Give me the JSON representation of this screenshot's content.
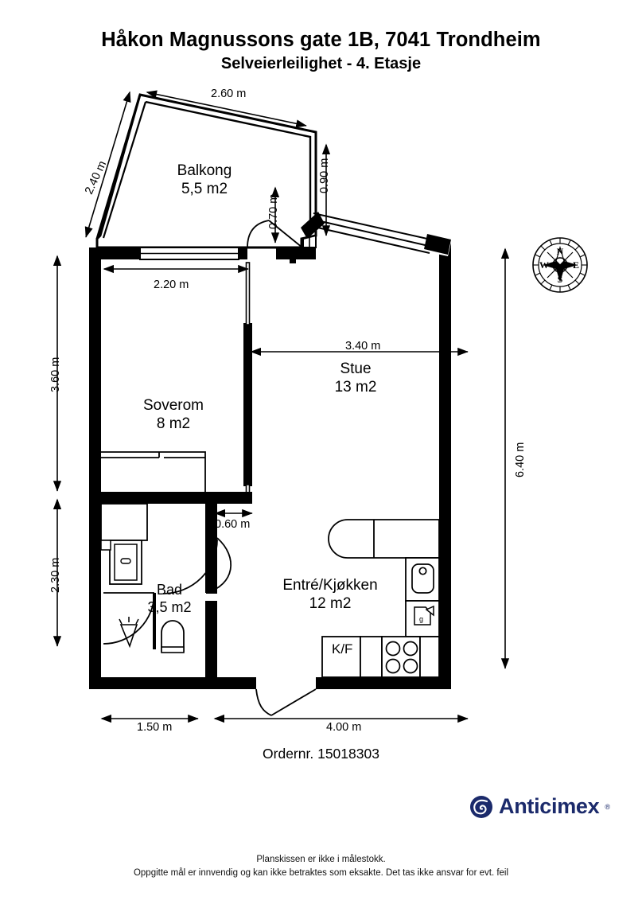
{
  "header": {
    "address": "Håkon Magnussons gate 1B, 7041 Trondheim",
    "subtitle": "Selveierleilighet - 4. Etasje"
  },
  "rooms": [
    {
      "key": "balkong",
      "name": "Balkong",
      "area": "5,5 m2"
    },
    {
      "key": "soverom",
      "name": "Soverom",
      "area": "8 m2"
    },
    {
      "key": "stue",
      "name": "Stue",
      "area": "13 m2"
    },
    {
      "key": "bad",
      "name": "Bad",
      "area": "3,5 m2"
    },
    {
      "key": "kjokken",
      "name": "Entré/Kjøkken",
      "area": "12 m2"
    }
  ],
  "dimensions": {
    "balcony_top": "2.60 m",
    "balcony_left": "2.40 m",
    "balcony_right": "0.90 m",
    "balcony_door": "0.70 m",
    "bedroom_width": "2.20 m",
    "living_width": "3.40 m",
    "left_upper": "3.60 m",
    "left_lower": "2.30 m",
    "right_total": "6.40 m",
    "hall_opening": "0.60 m",
    "bottom_left": "1.50 m",
    "bottom_right": "4.00 m"
  },
  "appliances": {
    "fridge_freezer": "K/F"
  },
  "compass": {
    "north": "N",
    "east": "E",
    "south": "S",
    "west": "W"
  },
  "order": {
    "label": "Ordernr. 15018303"
  },
  "brand": {
    "name": "Anticimex",
    "registered": "®",
    "color": "#1b2a6b"
  },
  "footer": {
    "line1": "Planskissen er ikke i målestokk.",
    "line2": "Oppgitte mål er innvendig og kan ikke betraktes som eksakte. Det tas ikke ansvar for evt. feil"
  }
}
